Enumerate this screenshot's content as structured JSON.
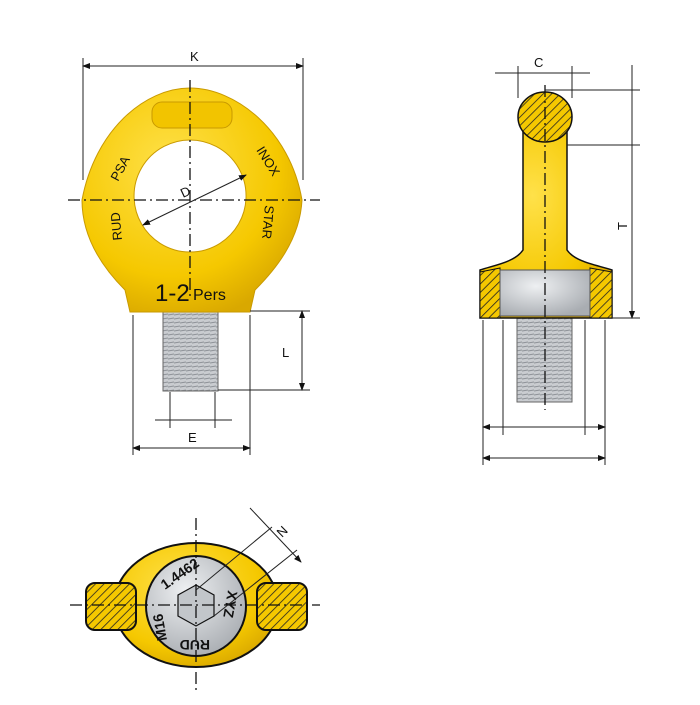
{
  "colors": {
    "body": "#f5c800",
    "body_dark": "#c99a00",
    "steel": "#c9ccd0",
    "outline": "#111111"
  },
  "dimensions": {
    "K": "K",
    "D": "D",
    "L": "L",
    "E": "E",
    "C": "C",
    "T": "T",
    "N": "N"
  },
  "front_view": {
    "markings": {
      "left_upper": "PSA",
      "left_lower": "RUD",
      "right_upper": "INOX",
      "right_lower": "STAR",
      "capacity": "1-2",
      "capacity_unit": "Pers"
    }
  },
  "bottom_view": {
    "markings": {
      "material": "1.4462",
      "thread": "M16",
      "brand": "RUD",
      "code": "XYZ"
    }
  }
}
